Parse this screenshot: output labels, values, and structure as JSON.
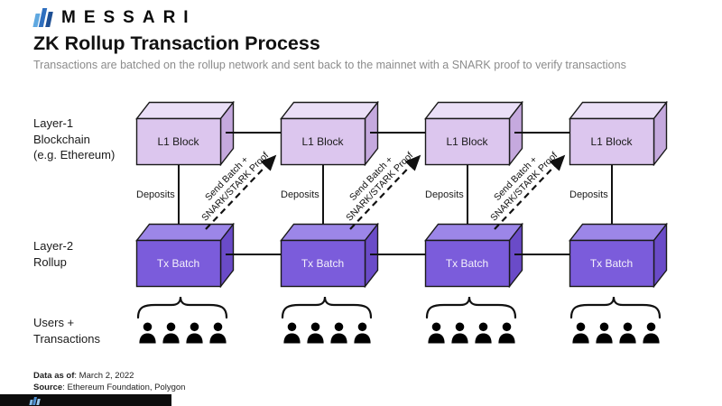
{
  "header": {
    "brand": "MESSARI",
    "title": "ZK Rollup Transaction Process",
    "subtitle": "Transactions are batched on the rollup network and sent back to the mainnet with a SNARK proof to verify transactions"
  },
  "row_labels": {
    "layer1": [
      "Layer-1",
      "Blockchain",
      "(e.g. Ethereum)"
    ],
    "layer2": [
      "Layer-2",
      "Rollup"
    ],
    "users": [
      "Users +",
      "Transactions"
    ]
  },
  "columns": [
    {
      "l1_label": "L1 Block",
      "deposits_label": "Deposits",
      "tx_label": "Tx Batch",
      "users_count": 4
    },
    {
      "l1_label": "L1 Block",
      "deposits_label": "Deposits",
      "tx_label": "Tx Batch",
      "users_count": 4
    },
    {
      "l1_label": "L1 Block",
      "deposits_label": "Deposits",
      "tx_label": "Tx Batch",
      "users_count": 4
    },
    {
      "l1_label": "L1 Block",
      "deposits_label": "Deposits",
      "tx_label": "Tx Batch",
      "users_count": 4
    }
  ],
  "arrows": [
    {
      "line1": "Send Batch +",
      "line2": "SNARK/STARK Proof"
    },
    {
      "line1": "Send Batch +",
      "line2": "SNARK/STARK Proof"
    },
    {
      "line1": "Send Batch +",
      "line2": "SNARK/STARK Proof"
    }
  ],
  "footer": {
    "data_as_of_label": "Data as of",
    "data_as_of_value": ": March 2, 2022",
    "source_label": "Source",
    "source_value": ": Ethereum Foundation, Polygon"
  },
  "icons": {
    "brand_icon": "messari-waves-icon",
    "user_icon": "person-icon",
    "brace_icon": "curly-brace-up"
  },
  "colors": {
    "l1_front": "#DCC6EE",
    "l1_top": "#EADFF7",
    "l1_side": "#C5A9DE",
    "tx_front": "#7B5CDB",
    "tx_top": "#9C86E8",
    "tx_side": "#6A4BC8",
    "outline": "#1A1A1A",
    "brand_blue_light": "#5FA8E0",
    "brand_blue_mid": "#2F6FBF",
    "brand_blue_dark": "#1E4F94",
    "footer_bar": "#0D0D0D",
    "subtitle_gray": "#8C8C8C"
  }
}
